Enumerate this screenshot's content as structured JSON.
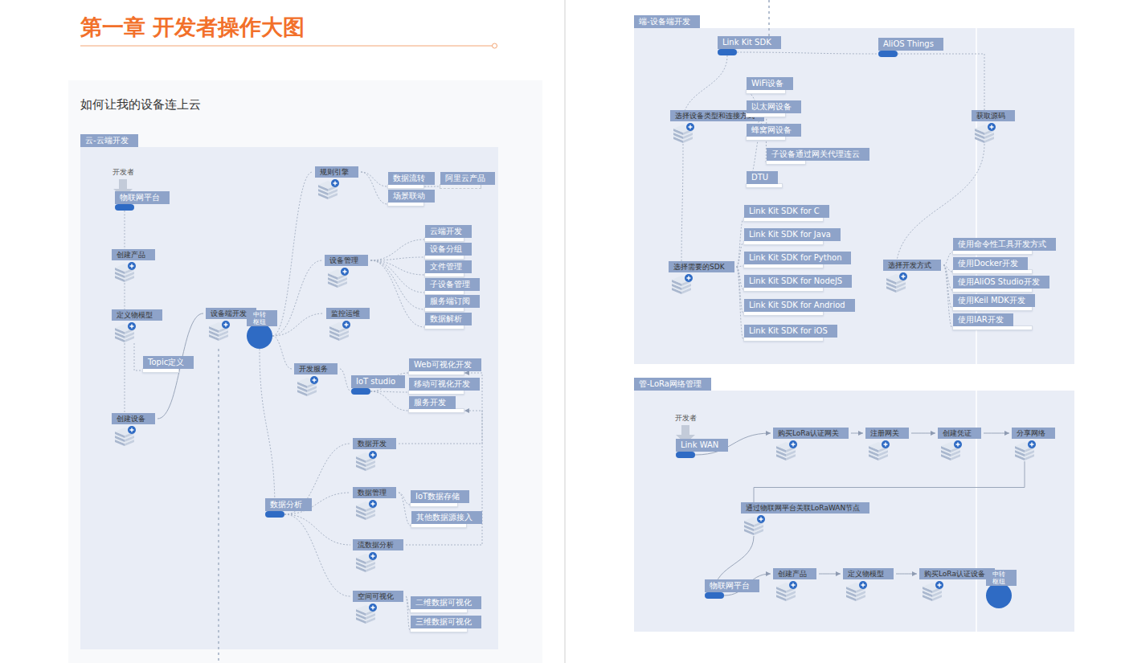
{
  "diagram": {
    "title": "第一章 开发者操作大图",
    "nodes": [
      {
        "text": [
          "云-云端开发"
        ]
      },
      {
        "text": [
          "物联网平台"
        ],
        "in": 0
      },
      {
        "text": [
          "创建产品"
        ],
        "in": 0
      },
      {
        "text": [
          "定义物模型"
        ],
        "in": 0
      },
      {
        "text": [
          "Topic定义"
        ],
        "in": 0
      },
      {
        "text": [
          "创建设备"
        ],
        "in": 0
      },
      {
        "text": [
          "设备端开发"
        ],
        "in": 0
      },
      {
        "text": [
          "中转 枢纽"
        ],
        "in": 0
      },
      {
        "text": [
          "规则引擎"
        ],
        "in": 0
      },
      {
        "text": [
          "数据流转"
        ],
        "in": 0
      },
      {
        "text": [
          "阿里云产品"
        ],
        "in": 0
      },
      {
        "text": [
          "场景联动"
        ],
        "in": 0
      },
      {
        "text": [
          "设备管理"
        ],
        "in": 0
      },
      {
        "text": [
          "云端开发"
        ],
        "in": 0
      },
      {
        "text": [
          "设备分组"
        ],
        "in": 0
      },
      {
        "text": [
          "文件管理"
        ],
        "in": 0
      },
      {
        "text": [
          "子设备管理"
        ],
        "in": 0
      },
      {
        "text": [
          "服务端订阅"
        ],
        "in": 0
      },
      {
        "text": [
          "数据解析"
        ],
        "in": 0
      },
      {
        "text": [
          "监控运维"
        ],
        "in": 0
      },
      {
        "text": [
          "开发服务"
        ],
        "in": 0
      },
      {
        "text": [
          "IoT studio"
        ],
        "in": 0
      },
      {
        "text": [
          "Web可视化开发"
        ],
        "in": 0
      },
      {
        "text": [
          "移动可视化开发"
        ],
        "in": 0
      },
      {
        "text": [
          "服务开发"
        ],
        "in": 0
      },
      {
        "text": [
          "数据分析"
        ],
        "in": 0
      },
      {
        "text": [
          "数据开发"
        ],
        "in": 0
      },
      {
        "text": [
          "数据管理"
        ],
        "in": 0
      },
      {
        "text": [
          "IoT数据存储"
        ],
        "in": 0
      },
      {
        "text": [
          "其他数据源接入"
        ],
        "in": 0
      },
      {
        "text": [
          "流数据分析"
        ],
        "in": 0
      },
      {
        "text": [
          "空间可视化"
        ],
        "in": 0
      },
      {
        "text": [
          "二维数据可视化"
        ],
        "in": 0
      },
      {
        "text": [
          "三维数据可视化"
        ],
        "in": 0
      },
      {
        "text": [
          "端-设备端开发"
        ]
      },
      {
        "text": [
          "Link Kit SDK"
        ],
        "in": 34
      },
      {
        "text": [
          "AliOS Things"
        ],
        "in": 34
      },
      {
        "text": [
          "选择设备类型和连接方式"
        ],
        "in": 34
      },
      {
        "text": [
          "WiFi设备"
        ],
        "in": 34
      },
      {
        "text": [
          "以太网设备"
        ],
        "in": 34
      },
      {
        "text": [
          "蜂窝网设备"
        ],
        "in": 34
      },
      {
        "text": [
          "子设备通过网关代理连云"
        ],
        "in": 34
      },
      {
        "text": [
          "DTU"
        ],
        "in": 34
      },
      {
        "text": [
          "获取源码"
        ],
        "in": 34
      },
      {
        "text": [
          "选择需要的SDK"
        ],
        "in": 34
      },
      {
        "text": [
          "Link Kit SDK for C"
        ],
        "in": 34
      },
      {
        "text": [
          "Link Kit SDK for Java"
        ],
        "in": 34
      },
      {
        "text": [
          "Link Kit SDK for Python"
        ],
        "in": 34
      },
      {
        "text": [
          "Link Kit SDK for NodeJS"
        ],
        "in": 34
      },
      {
        "text": [
          "Link Kit SDK for Andriod"
        ],
        "in": 34
      },
      {
        "text": [
          "Link Kit SDK for iOS"
        ],
        "in": 34
      },
      {
        "text": [
          "选择开发方式"
        ],
        "in": 34
      },
      {
        "text": [
          "使用命令性工具开发方式"
        ],
        "in": 34
      },
      {
        "text": [
          "使用Docker开发"
        ],
        "in": 34
      },
      {
        "text": [
          "使用AliOS Studio开发"
        ],
        "in": 34
      },
      {
        "text": [
          "使用Keil MDK开发"
        ],
        "in": 34
      },
      {
        "text": [
          "使用IAR开发"
        ],
        "in": 34
      },
      {
        "text": [
          "管-LoRa网络管理"
        ]
      },
      {
        "text": [
          "Link WAN"
        ],
        "in": 57
      },
      {
        "text": [
          "购买LoRa认证网关"
        ],
        "in": 57
      },
      {
        "text": [
          "注册网关"
        ],
        "in": 57
      },
      {
        "text": [
          "创建凭证"
        ],
        "in": 57
      },
      {
        "text": [
          "分享网络"
        ],
        "in": 57
      },
      {
        "text": [
          "通过物联网平台关联LoRaWAN节点"
        ],
        "in": 57
      },
      {
        "text": [
          "物联网平台"
        ],
        "in": 57
      },
      {
        "text": [
          "创建产品"
        ],
        "in": 57
      },
      {
        "text": [
          "定义物模型"
        ],
        "in": 57
      },
      {
        "text": [
          "购买LoRa认证设备"
        ],
        "in": 57
      },
      {
        "text": [
          "中转 枢纽"
        ],
        "in": 57
      }
    ],
    "edges": [
      {
        "from": 1,
        "to": 2,
        "arrow": "to"
      },
      {
        "from": 2,
        "to": 3,
        "arrow": "to"
      },
      {
        "from": 3,
        "to": 4,
        "arrow": "none"
      },
      {
        "from": 3,
        "to": 5,
        "arrow": "to"
      },
      {
        "from": 5,
        "to": 6,
        "arrow": "none"
      },
      {
        "from": 6,
        "to": 7,
        "arrow": "none"
      },
      {
        "from": 7,
        "to": 8,
        "arrow": "none"
      },
      {
        "from": 7,
        "to": 12,
        "arrow": "none"
      },
      {
        "from": 7,
        "to": 19,
        "arrow": "none"
      },
      {
        "from": 7,
        "to": 20,
        "arrow": "none"
      },
      {
        "from": 7,
        "to": 25,
        "arrow": "none"
      },
      {
        "from": 8,
        "to": 9,
        "arrow": "none"
      },
      {
        "from": 8,
        "to": 11,
        "arrow": "none"
      },
      {
        "from": 9,
        "to": 10,
        "arrow": "none"
      },
      {
        "from": 12,
        "to": 13,
        "arrow": "none"
      },
      {
        "from": 12,
        "to": 14,
        "arrow": "none"
      },
      {
        "from": 12,
        "to": 15,
        "arrow": "none"
      },
      {
        "from": 12,
        "to": 16,
        "arrow": "none"
      },
      {
        "from": 12,
        "to": 17,
        "arrow": "none"
      },
      {
        "from": 12,
        "to": 18,
        "arrow": "none"
      },
      {
        "from": 20,
        "to": 21,
        "arrow": "none"
      },
      {
        "from": 21,
        "to": 22,
        "arrow": "none"
      },
      {
        "from": 21,
        "to": 23,
        "arrow": "none"
      },
      {
        "from": 21,
        "to": 24,
        "arrow": "none"
      },
      {
        "from": 25,
        "to": 26,
        "arrow": "none"
      },
      {
        "from": 25,
        "to": 27,
        "arrow": "none"
      },
      {
        "from": 25,
        "to": 30,
        "arrow": "none"
      },
      {
        "from": 25,
        "to": 31,
        "arrow": "none"
      },
      {
        "from": 27,
        "to": 28,
        "arrow": "none"
      },
      {
        "from": 27,
        "to": 29,
        "arrow": "none"
      },
      {
        "from": 31,
        "to": 32,
        "arrow": "none"
      },
      {
        "from": 31,
        "to": 33,
        "arrow": "none"
      },
      {
        "from": 26,
        "to": 22,
        "arrow": "to"
      },
      {
        "from": 30,
        "to": 24,
        "arrow": "to"
      },
      {
        "from": 35,
        "to": 36,
        "arrow": "none"
      },
      {
        "from": 35,
        "to": 37,
        "arrow": "to"
      },
      {
        "from": 36,
        "to": 43,
        "arrow": "to"
      },
      {
        "from": 37,
        "to": 38,
        "arrow": "none"
      },
      {
        "from": 37,
        "to": 39,
        "arrow": "none"
      },
      {
        "from": 37,
        "to": 40,
        "arrow": "none"
      },
      {
        "from": 37,
        "to": 41,
        "arrow": "none"
      },
      {
        "from": 37,
        "to": 42,
        "arrow": "none"
      },
      {
        "from": 37,
        "to": 44,
        "arrow": "to"
      },
      {
        "from": 44,
        "to": 45,
        "arrow": "none"
      },
      {
        "from": 44,
        "to": 46,
        "arrow": "none"
      },
      {
        "from": 44,
        "to": 47,
        "arrow": "none"
      },
      {
        "from": 44,
        "to": 48,
        "arrow": "none"
      },
      {
        "from": 44,
        "to": 49,
        "arrow": "none"
      },
      {
        "from": 44,
        "to": 50,
        "arrow": "none"
      },
      {
        "from": 43,
        "to": 51,
        "arrow": "to"
      },
      {
        "from": 51,
        "to": 52,
        "arrow": "none"
      },
      {
        "from": 51,
        "to": 53,
        "arrow": "none"
      },
      {
        "from": 51,
        "to": 54,
        "arrow": "none"
      },
      {
        "from": 51,
        "to": 55,
        "arrow": "none"
      },
      {
        "from": 51,
        "to": 56,
        "arrow": "none"
      },
      {
        "from": 58,
        "to": 59,
        "arrow": "to"
      },
      {
        "from": 59,
        "to": 60,
        "arrow": "to"
      },
      {
        "from": 60,
        "to": 61,
        "arrow": "to"
      },
      {
        "from": 61,
        "to": 62,
        "arrow": "to"
      },
      {
        "from": 62,
        "to": 63,
        "arrow": "to"
      },
      {
        "from": 63,
        "to": 64,
        "arrow": "to"
      },
      {
        "from": 64,
        "to": 65,
        "arrow": "to"
      },
      {
        "from": 65,
        "to": 66,
        "arrow": "to"
      },
      {
        "from": 66,
        "to": 67,
        "arrow": "to"
      },
      {
        "from": 67,
        "to": 68,
        "arrow": "to"
      }
    ],
    "labels": [
      "如何让我的设备连上云",
      "开发者",
      "开发者"
    ]
  }
}
